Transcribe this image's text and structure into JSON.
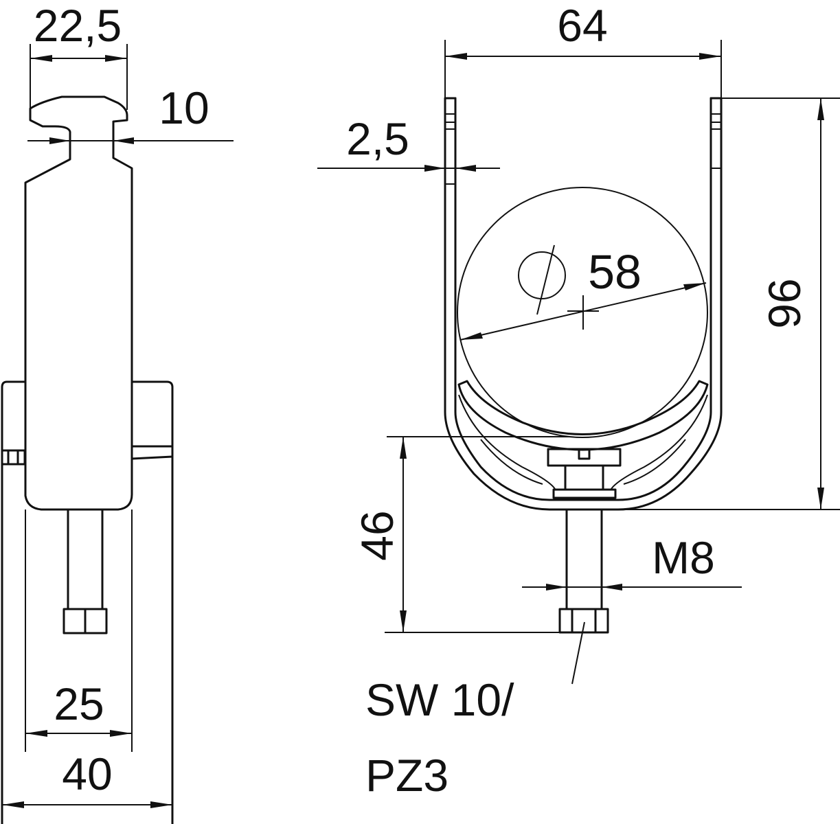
{
  "drawing": {
    "type": "technical-dimension-drawing",
    "subject": "pipe clamp with threaded stud (side view and front view)",
    "line_color": "#111111",
    "background": "#ffffff"
  },
  "side_view": {
    "dimensions": {
      "head_width": "22,5",
      "neck_width": "10",
      "body_width": "25",
      "base_width": "40"
    }
  },
  "front_view": {
    "dimensions": {
      "overall_width": "64",
      "strap_thickness": "2,5",
      "pipe_diameter_symbol": "⌀",
      "pipe_diameter": "58",
      "overall_height": "96",
      "stud_height": "46",
      "thread": "M8"
    },
    "callout": {
      "line1": "SW 10/",
      "line2": "PZ3"
    }
  }
}
